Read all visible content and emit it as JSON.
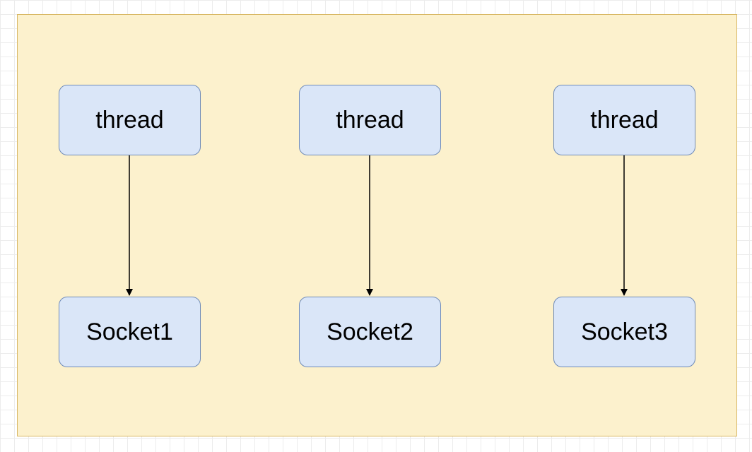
{
  "diagram": {
    "columns": [
      {
        "thread_label": "thread",
        "socket_label": "Socket1"
      },
      {
        "thread_label": "thread",
        "socket_label": "Socket2"
      },
      {
        "thread_label": "thread",
        "socket_label": "Socket3"
      }
    ],
    "colors": {
      "container_fill": "#fcf1cd",
      "container_border": "#d8b763",
      "node_fill": "#dae6f8",
      "node_border": "#6f8bb8",
      "edge": "#000000"
    }
  }
}
